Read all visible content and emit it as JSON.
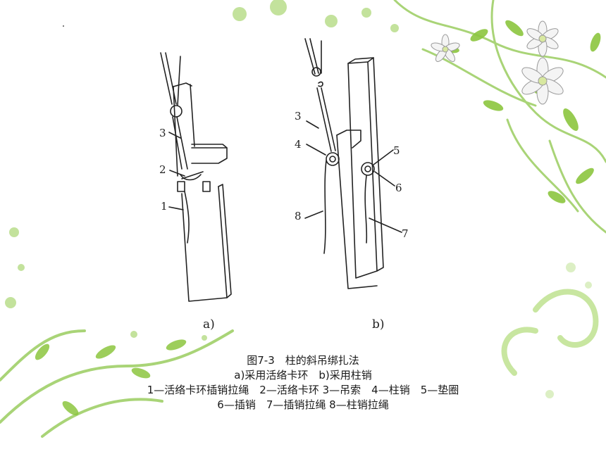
{
  "figure": {
    "panel_a_label": "a)",
    "panel_b_label": "b)",
    "a_callouts": [
      "3",
      "2",
      "1"
    ],
    "b_callouts": [
      "3",
      "4",
      "5",
      "6",
      "8",
      "7"
    ]
  },
  "caption": {
    "title": "图7-3　柱的斜吊绑扎法",
    "subtitle": "a)采用活络卡环　b)采用柱销",
    "legend_line1": "1—活络卡环插销拉绳　2—活络卡环  3—吊索　4—柱销　5—垫圈",
    "legend_line2": "6—插销　7—插销拉绳  8—柱销拉绳"
  },
  "colors": {
    "leaf_green": "#8cc63f",
    "leaf_light": "#c8e6a0",
    "line_art": "#222222"
  }
}
